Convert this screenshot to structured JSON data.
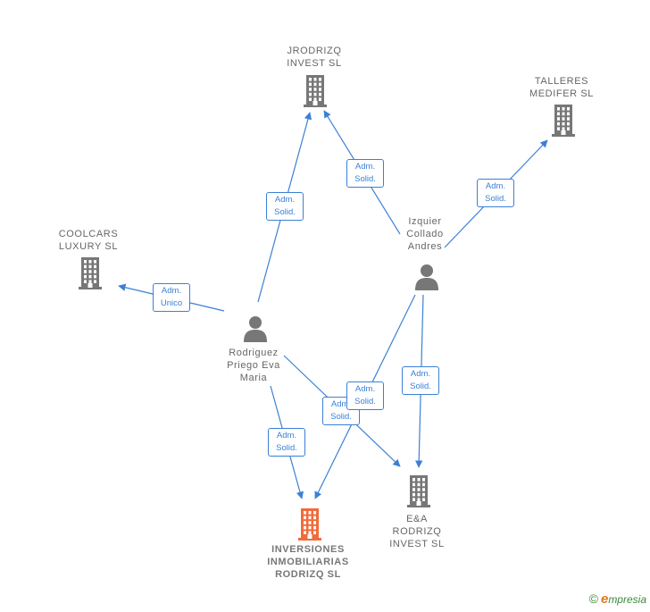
{
  "colors": {
    "edge": "#3b80d6",
    "company": "#777777",
    "company_highlight": "#f26b3a",
    "person": "#777777"
  },
  "nodes": [
    {
      "id": "jrodrizq",
      "type": "company",
      "label": "JRODRIZQ\nINVEST  SL",
      "icon": "building-icon"
    },
    {
      "id": "talleres",
      "type": "company",
      "label": "TALLERES\nMEDIFER  SL",
      "icon": "building-icon"
    },
    {
      "id": "coolcars",
      "type": "company",
      "label": "COOLCARS\nLUXURY  SL",
      "icon": "building-icon"
    },
    {
      "id": "izquier",
      "type": "person",
      "label": "Izquier\nCollado\nAndres",
      "icon": "person-icon"
    },
    {
      "id": "rodriguez",
      "type": "person",
      "label": "Rodriguez\nPriego Eva\nMaria",
      "icon": "person-icon"
    },
    {
      "id": "ea",
      "type": "company",
      "label": "E&A\nRODRIZQ\nINVEST  SL",
      "icon": "building-icon"
    },
    {
      "id": "inversiones",
      "type": "company",
      "highlight": true,
      "label": "INVERSIONES\nINMOBILIARIAS\nRODRIZQ  SL",
      "icon": "building-icon"
    }
  ],
  "edges": [
    {
      "id": "e1",
      "from": "rodriguez",
      "to": "jrodrizq",
      "label": "Adm.\nSolid."
    },
    {
      "id": "e2",
      "from": "izquier",
      "to": "jrodrizq",
      "label": "Adm.\nSolid."
    },
    {
      "id": "e3",
      "from": "izquier",
      "to": "talleres",
      "label": "Adm.\nSolid."
    },
    {
      "id": "e4",
      "from": "rodriguez",
      "to": "coolcars",
      "label": "Adm.\nUnico"
    },
    {
      "id": "e5",
      "from": "rodriguez",
      "to": "inversiones",
      "label": "Adm.\nSolid."
    },
    {
      "id": "e6",
      "from": "rodriguez",
      "to": "ea",
      "label": "Adm.\nSolid."
    },
    {
      "id": "e7",
      "from": "izquier",
      "to": "inversiones",
      "label": "Adm.\nSolid."
    },
    {
      "id": "e8",
      "from": "izquier",
      "to": "ea",
      "label": "Adm.\nSolid."
    }
  ],
  "footer": {
    "copyright": "©",
    "brand_initial": "e",
    "brand_rest": "mpresia"
  }
}
